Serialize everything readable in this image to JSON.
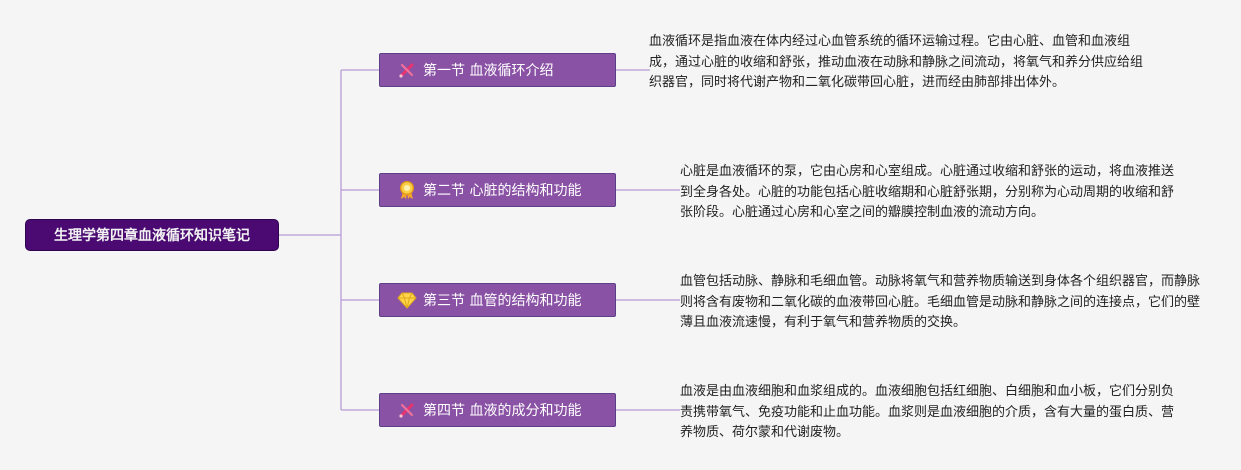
{
  "root": {
    "title": "生理学第四章血液循环知识笔记"
  },
  "colors": {
    "root_bg": "#4a0a72",
    "node_bg": "#8a52a5",
    "node_border": "#5b3f88",
    "line": "#b89cd6"
  },
  "sections": [
    {
      "title": "第一节 血液循环介绍",
      "icon": "pen-ruler-icon",
      "note": "血液循环是指血液在体内经过心血管系统的循环运输过程。它由心脏、血管和血液组成，通过心脏的收缩和舒张，推动血液在动脉和静脉之间流动，将氧气和养分供应给组织器官，同时将代谢产物和二氧化碳带回心脏，进而经由肺部排出体外。"
    },
    {
      "title": "第二节 心脏的结构和功能",
      "icon": "medal-icon",
      "note": "心脏是血液循环的泵，它由心房和心室组成。心脏通过收缩和舒张的运动，将血液推送到全身各处。心脏的功能包括心脏收缩期和心脏舒张期，分别称为心动周期的收缩和舒张阶段。心脏通过心房和心室之间的瓣膜控制血液的流动方向。"
    },
    {
      "title": "第三节 血管的结构和功能",
      "icon": "diamond-icon",
      "note": "血管包括动脉、静脉和毛细血管。动脉将氧气和营养物质输送到身体各个组织器官，而静脉则将含有废物和二氧化碳的血液带回心脏。毛细血管是动脉和静脉之间的连接点，它们的壁薄且血液流速慢，有利于氧气和营养物质的交换。"
    },
    {
      "title": "第四节 血液的成分和功能",
      "icon": "pen-ruler-icon",
      "note": "血液是由血液细胞和血浆组成的。血液细胞包括红细胞、白细胞和血小板，它们分别负责携带氧气、免疫功能和止血功能。血浆则是血液细胞的介质，含有大量的蛋白质、营养物质、荷尔蒙和代谢废物。"
    }
  ]
}
